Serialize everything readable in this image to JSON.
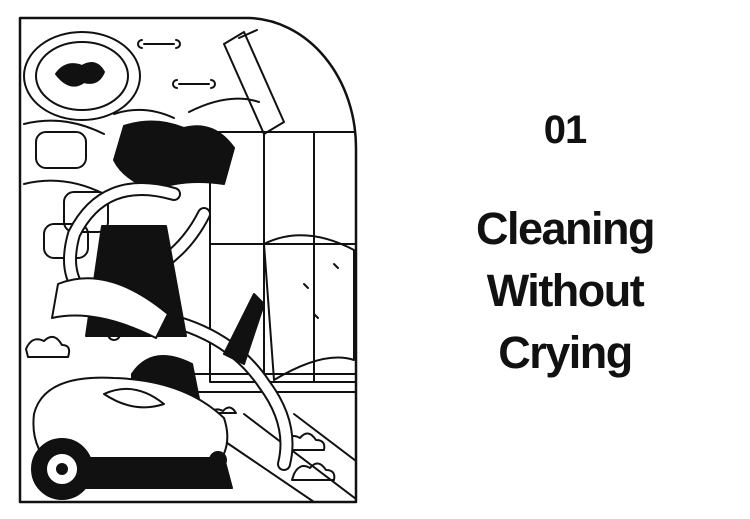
{
  "chapter": {
    "number": "01",
    "title_lines": [
      "Cleaning",
      "Without",
      "Crying"
    ]
  },
  "illustration": {
    "subject": "vacuum-cleaner-mess-illustration",
    "colors": {
      "ink": "#111111",
      "paper": "#ffffff"
    }
  }
}
